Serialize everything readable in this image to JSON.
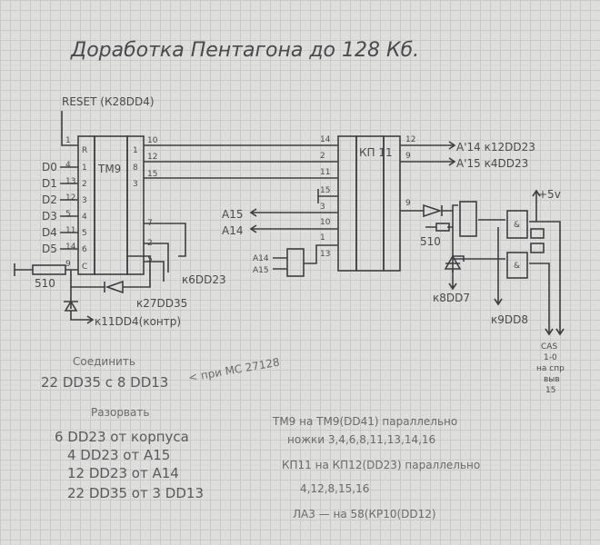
{
  "title": "Доработка Пентагона до 128 Кб.",
  "reset_label": "RESET (К28DD4)",
  "tm9": {
    "name": "ТМ9",
    "left_pins": [
      "R",
      "1",
      "2",
      "3",
      "4",
      "5",
      "6",
      "C"
    ],
    "left_pin_numbers": [
      "1",
      "4",
      "13",
      "12",
      "5",
      "11",
      "14",
      "9"
    ],
    "data_labels": [
      "D0",
      "D1",
      "D2",
      "D3",
      "D4",
      "D5"
    ],
    "right_pins": [
      "1",
      "8",
      "3"
    ],
    "right_pin_numbers": [
      "10",
      "12",
      "15",
      "7",
      "2",
      "5"
    ]
  },
  "resistor_left": "510",
  "tm9_links": {
    "to_dd23": "к6DD23",
    "to_dd35": "к27DD35",
    "to_dd4": "к11DD4(контр)"
  },
  "kp11": {
    "name": "КП 11",
    "left_pin_numbers": [
      "14",
      "2",
      "11",
      "15",
      "3",
      "10",
      "1",
      "13"
    ],
    "right_pin_numbers": [
      "12",
      "9",
      "9"
    ]
  },
  "kp11_outputs": [
    "A'14 к12DD23",
    "A'15 к4DD23"
  ],
  "address_inputs": [
    "A15",
    "A14"
  ],
  "small_gate_inputs": [
    "A14",
    "A15"
  ],
  "right_block": {
    "resistor": "510",
    "power": "+5v",
    "to_dd7": "к8DD7",
    "to_dd8": "к9DD8",
    "cas": [
      "CAS",
      "1-0",
      "на спр",
      "выв",
      "15"
    ],
    "gate_label": "&"
  },
  "notes": {
    "connect_heading": "Соединить",
    "connect_line": "22 DD35 с 8 DD13",
    "connect_condition": "< при МС 27128",
    "break_heading": "Разорвать",
    "break_lines": [
      "6 DD23  от корпуса",
      "4 DD23  от А15",
      "12 DD23  от А14",
      "22 DD35  от 3 DD13"
    ],
    "right_lines": [
      "ТМ9 на ТМ9(DD41) параллельно",
      "ножки   3,4,6,8,11,13,14,16",
      "КП11 на КП12(DD23) параллельно",
      "4,12,8,15,16",
      "ЛА3 — на 58(КР10(DD12)"
    ]
  }
}
